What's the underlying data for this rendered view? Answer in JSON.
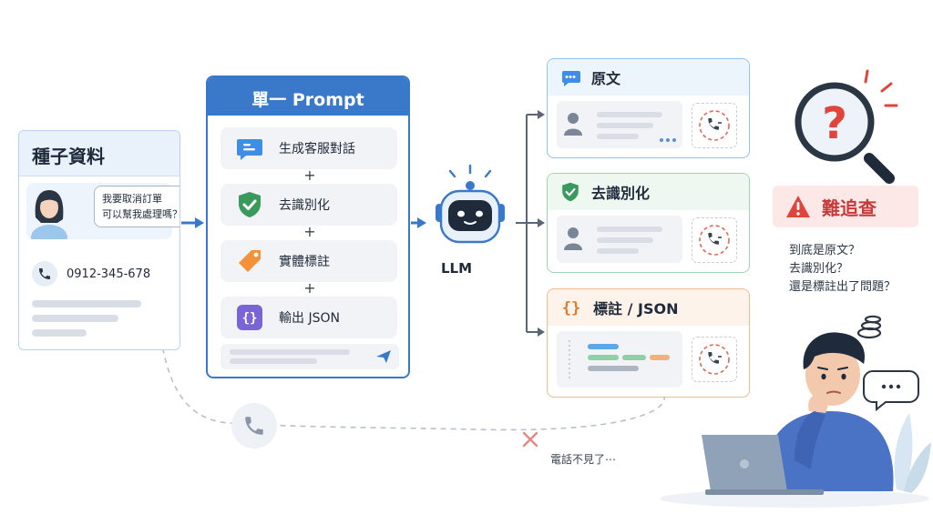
{
  "seed": {
    "title": "種子資料",
    "bubble_line1": "我要取消訂單",
    "bubble_line2": "可以幫我處理嗎？",
    "phone": "0912-345-678"
  },
  "prompt": {
    "title": "單一 Prompt",
    "steps": [
      {
        "label": "生成客服對話",
        "icon": "chat-icon"
      },
      {
        "label": "去識別化",
        "icon": "shield-check-icon"
      },
      {
        "label": "實體標註",
        "icon": "tag-icon"
      },
      {
        "label": "輸出 JSON",
        "icon": "json-braces-icon"
      }
    ],
    "plus": "+"
  },
  "llm": {
    "label": "LLM"
  },
  "outputs": [
    {
      "title": "原文",
      "icon": "chat-icon",
      "accent": "#8ec3ee"
    },
    {
      "title": "去識別化",
      "icon": "shield-check-icon",
      "accent": "#9fd3ae"
    },
    {
      "title": "標註 / JSON",
      "icon": "braces-icon",
      "accent": "#f2b98a"
    }
  ],
  "right": {
    "badge": "難追查",
    "questions": [
      "到底是原文？",
      "去識別化？",
      "還是標註出了問題？"
    ]
  },
  "lost_label": "電話不見了⋯",
  "colors": {
    "primary": "#3a78c9",
    "danger": "#e0443a",
    "tag_orange": "#f2933b",
    "shield_green": "#3a9a5e"
  }
}
